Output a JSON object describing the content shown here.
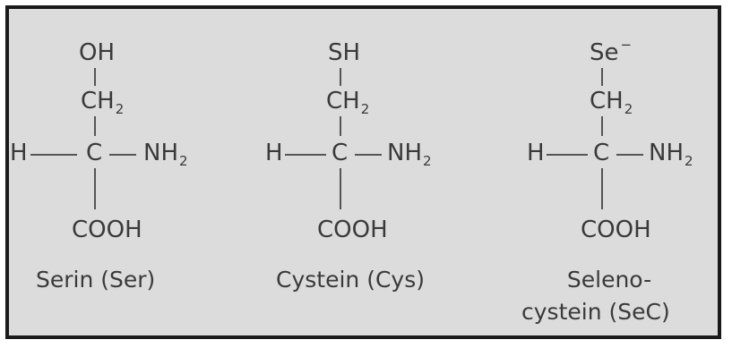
{
  "molecules": [
    {
      "group": "OH",
      "group_charge": "",
      "ch2": "CH",
      "ch2_sub": "2",
      "h": "H",
      "c": "C",
      "nh2": "NH",
      "nh2_sub": "2",
      "cooh": "COOH",
      "name_line1": "Serin (Ser)",
      "name_line2": ""
    },
    {
      "group": "SH",
      "group_charge": "",
      "ch2": "CH",
      "ch2_sub": "2",
      "h": "H",
      "c": "C",
      "nh2": "NH",
      "nh2_sub": "2",
      "cooh": "COOH",
      "name_line1": "Cystein (Cys)",
      "name_line2": ""
    },
    {
      "group": "Se",
      "group_charge": "−",
      "ch2": "CH",
      "ch2_sub": "2",
      "h": "H",
      "c": "C",
      "nh2": "NH",
      "nh2_sub": "2",
      "cooh": "COOH",
      "name_line1": "Seleno-",
      "name_line2": "cystein (SeC)"
    }
  ],
  "colors": {
    "background": "#dcdcdc",
    "border": "#1a1a1a",
    "text": "#3a3a3a"
  }
}
